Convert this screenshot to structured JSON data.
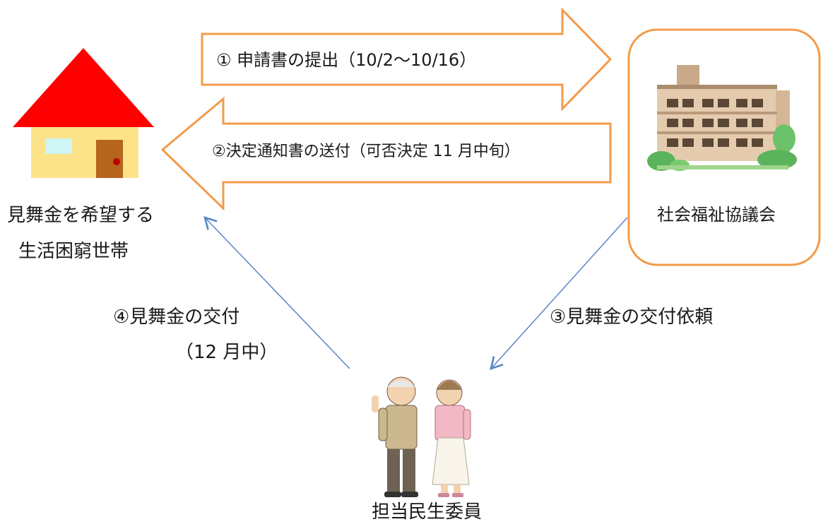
{
  "flow": {
    "step1": "① 申請書の提出（10/2～10/16）",
    "step2": "②決定通知書の送付（可否決定 11 月中旬）",
    "step3": "③見舞金の交付依頼",
    "step4_line1": "④見舞金の交付",
    "step4_line2": "（12 月中）"
  },
  "nodes": {
    "household_line1": "見舞金を希望する",
    "household_line2": "生活困窮世帯",
    "council": "社会福祉協議会",
    "commissioner": "担当民生委員"
  },
  "colors": {
    "arrow_outline": "#F29B4A",
    "roof": "#FF0000",
    "house_wall": "#FCE38A",
    "window": "#CFF5F5",
    "door": "#B5651D",
    "door_knob": "#C00000",
    "council_border": "#F29B4A",
    "line_arrow": "#5B86C5"
  },
  "icons": {
    "house": "house-icon",
    "building": "building-icon",
    "people": "elderly-couple-icon"
  }
}
